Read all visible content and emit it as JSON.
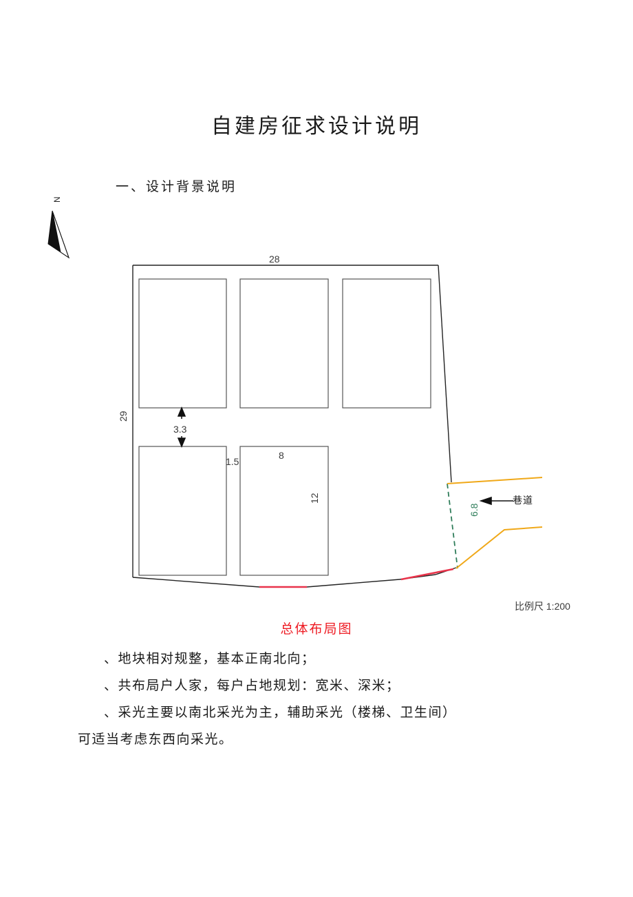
{
  "document": {
    "title": "自建房征求设计说明",
    "section_heading": "一、设计背景说明"
  },
  "figure": {
    "caption": "总体布局图",
    "caption_color": "#ee1c24",
    "scale_label": "比例尺  1:200",
    "north_label": "N",
    "alley_label": "巷道",
    "dimensions": {
      "top_width": "28",
      "left_height": "29",
      "row_gap": "3.3",
      "building_gap": "1.5",
      "building_width": "8",
      "building_depth": "12",
      "alley_width": "6.8"
    },
    "colors": {
      "boundary": "#222222",
      "building_outline": "#555555",
      "road_edge": "#f0a818",
      "highlight_red": "#e8334a",
      "dashed_green": "#2f7d5a"
    }
  },
  "body": {
    "paragraphs": [
      "、地块相对规整，基本正南北向；",
      "、共布局户人家，每户占地规划：宽米、深米；",
      "、采光主要以南北采光为主，辅助采光（楼梯、卫生间）",
      "可适当考虑东西向采光。"
    ]
  }
}
